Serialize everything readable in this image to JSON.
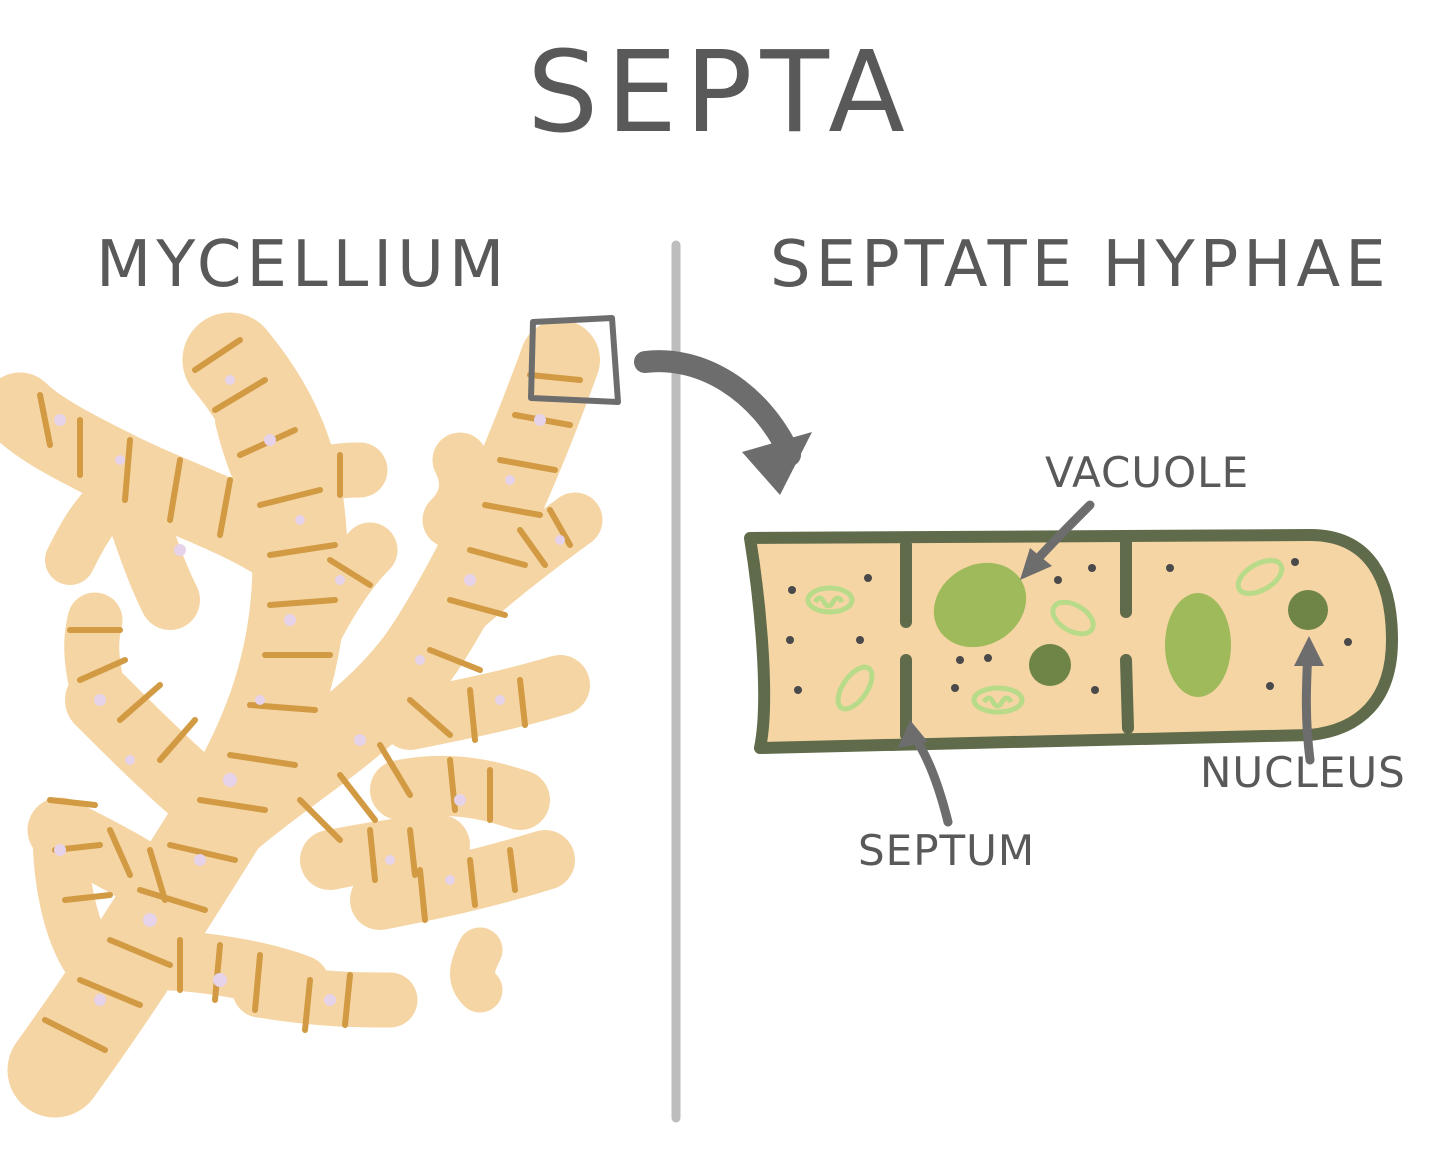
{
  "title": "SEPTA",
  "left_panel": {
    "heading": "MYCELLIUM"
  },
  "right_panel": {
    "heading": "SEPTATE HYPHAE",
    "labels": {
      "vacuole": "VACUOLE",
      "nucleus": "NUCLEUS",
      "septum": "SEPTUM"
    }
  },
  "colors": {
    "text": "#595959",
    "hypha_fill": "#f5d5a4",
    "hypha_stripe": "#d19a43",
    "spot": "#e6d3ea",
    "cell_wall": "#5f6b4a",
    "vacuole": "#9fba5a",
    "nucleus": "#6f8548",
    "mitochondria": "#b8db8a",
    "divider": "#bdbdbd",
    "arrow": "#6d6d6d"
  }
}
